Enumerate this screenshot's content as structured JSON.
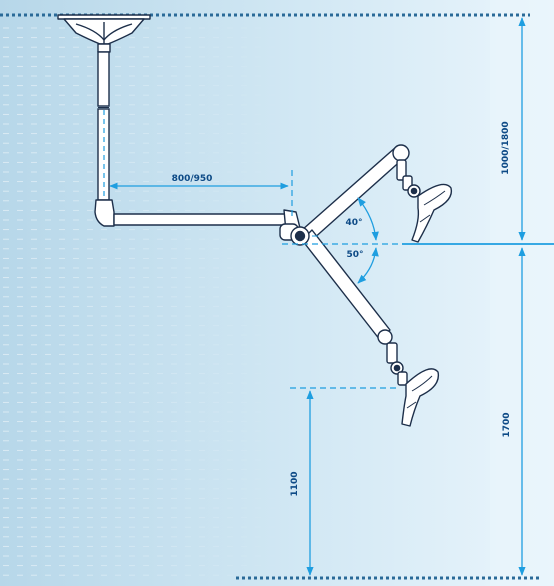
{
  "colors": {
    "accent": "#1e9ee0",
    "line": "#1d2f4a",
    "bg_left": "#b7d7e9",
    "bg_right": "#eaf5fc",
    "dim_text": "#0d4a86",
    "dots": "#2a6a98"
  },
  "dimensions": {
    "arm_reach": "800/950",
    "ceiling_to_axis": "1000/1800",
    "axis_to_floor": "1700",
    "lower_head_height": "1100",
    "angle_up": "40°",
    "angle_down": "50°"
  }
}
